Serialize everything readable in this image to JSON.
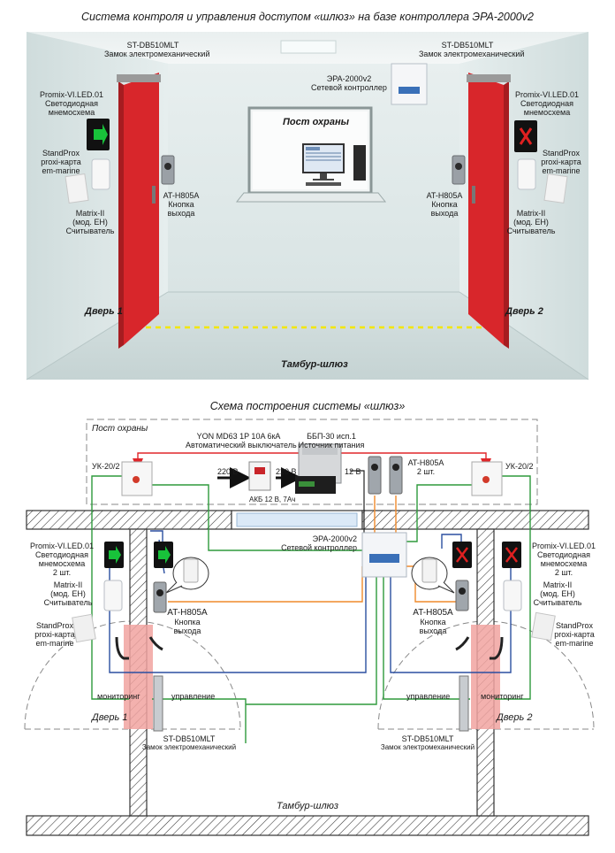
{
  "top": {
    "title": "Система контроля и управления доступом «шлюз» на базе контроллера ЭРА-2000v2",
    "guard_post": "Пост охраны",
    "door1": "Дверь 1",
    "door2": "Дверь 2",
    "airlock": "Тамбур-шлюз",
    "lock_left": [
      "ST-DB510MLT",
      "Замок электромеханический"
    ],
    "lock_right": [
      "ST-DB510MLT",
      "Замок электромеханический"
    ],
    "controller": [
      "ЭРА-2000v2",
      "Сетевой контроллер"
    ],
    "mnemo_left": [
      "Promix-VI.LED.01",
      "Светодиодная",
      "мнемосхема"
    ],
    "mnemo_right": [
      "Promix-VI.LED.01",
      "Светодиодная",
      "мнемосхема"
    ],
    "card_left": [
      "StandProx",
      "proxi-карта",
      "em-marine"
    ],
    "card_right": [
      "StandProx",
      "proxi-карта",
      "em-marine"
    ],
    "reader_left": [
      "Matrix-II",
      "(мод. EH)",
      "Считыватель"
    ],
    "reader_right": [
      "Matrix-II",
      "(мод. EH)",
      "Считыватель"
    ],
    "button_left": [
      "AT-H805A",
      "Кнопка",
      "выхода"
    ],
    "button_right": [
      "AT-H805A",
      "Кнопка",
      "выхода"
    ]
  },
  "bottom": {
    "title": "Схема построения системы «шлюз»",
    "guard_post": "Пост охраны",
    "breaker": [
      "YON MD63 1P 10A 6кА",
      "Автоматический выключатель"
    ],
    "psu": [
      "ББП-30 исп.1",
      "Источник питания"
    ],
    "uk_left": "УК-20/2",
    "uk_right": "УК-20/2",
    "v220_a": "220 В",
    "v220_b": "220 В",
    "v12": "12 В",
    "battery": "АКБ 12 В, 7Ач",
    "buttons_top": [
      "AT-H805A",
      "2 шт."
    ],
    "controller": [
      "ЭРА-2000v2",
      "Сетевой контроллер"
    ],
    "mnemo_left": [
      "Promix-VI.LED.01",
      "Светодиодная",
      "мнемосхема",
      "2 шт."
    ],
    "mnemo_right": [
      "Promix-VI.LED.01",
      "Светодиодная",
      "мнемосхема",
      "2 шт."
    ],
    "reader_left": [
      "Matrix-II",
      "(мод. EH)",
      "Считыватель"
    ],
    "reader_right": [
      "Matrix-II",
      "(мод. EH)",
      "Считыватель"
    ],
    "card_left": [
      "StandProx",
      "proxi-карта",
      "em-marine"
    ],
    "card_right": [
      "StandProx",
      "proxi-карта",
      "em-marine"
    ],
    "button_left": [
      "AT-H805A",
      "Кнопка",
      "выхода"
    ],
    "button_right": [
      "AT-H805A",
      "Кнопка",
      "выхода"
    ],
    "monitoring_left": "мониторинг",
    "control_left": "управление",
    "monitoring_right": "мониторинг",
    "control_right": "управление",
    "door1": "Дверь 1",
    "door2": "Дверь 2",
    "lock_left": [
      "ST-DB510MLT",
      "Замок электромеханический"
    ],
    "lock_right": [
      "ST-DB510MLT",
      "Замок электромеханический"
    ],
    "airlock": "Тамбур-шлюз"
  },
  "colors": {
    "door_red": "#d8262b",
    "wire_green": "#2e9a3c",
    "wire_blue": "#2b4fa0",
    "wire_orange": "#ef8a2c",
    "wire_red": "#e0262a",
    "wall_hatch": "#333333",
    "dash_yellow": "#f2e600"
  }
}
